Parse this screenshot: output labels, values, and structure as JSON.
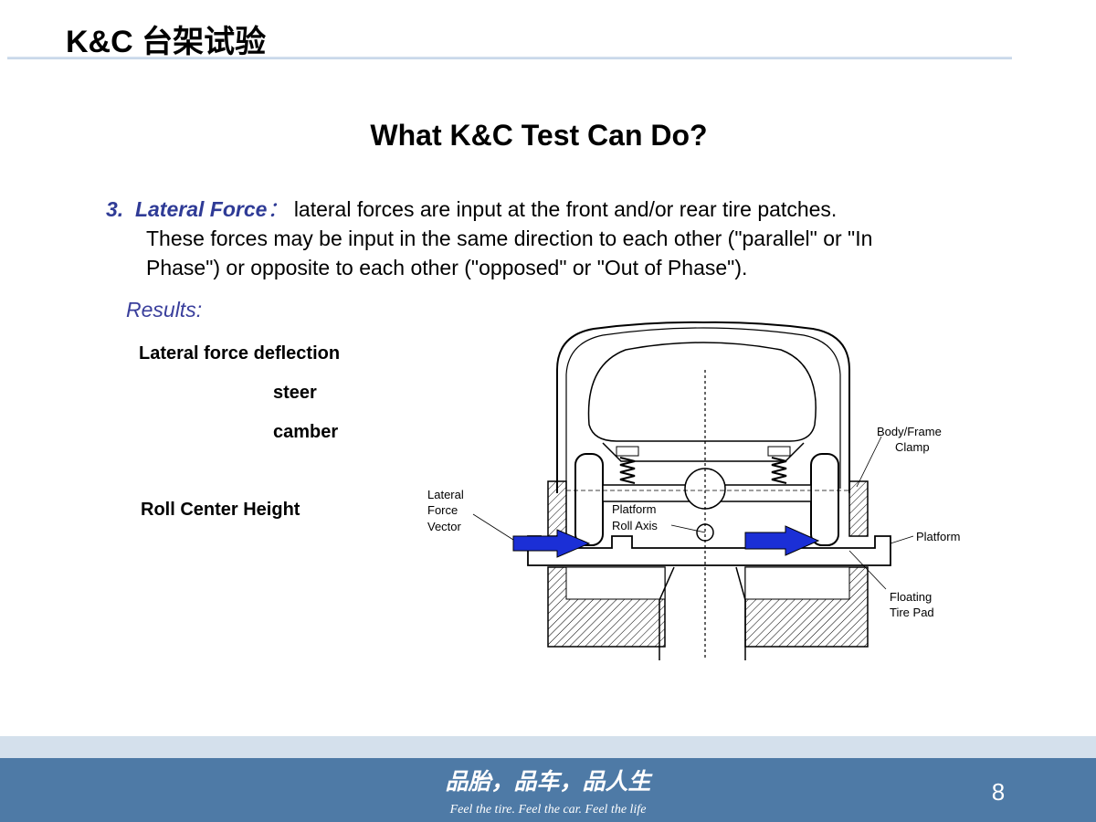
{
  "header": {
    "title": "K&C 台架试验"
  },
  "heading": "What K&C Test Can Do?",
  "paragraph": {
    "number": "3.",
    "term": "Lateral Force",
    "colon": "：",
    "text": "lateral forces are input at the front and/or rear tire patches.",
    "line2": "These forces may be input in the same direction to each other (\"parallel\" or \"In",
    "line3": "Phase\") or opposite to each other (\"opposed\" or \"Out of Phase\")."
  },
  "results": {
    "label": "Results:",
    "items": [
      "Lateral force deflection",
      "steer",
      "camber",
      "Roll Center Height"
    ]
  },
  "diagram": {
    "labels": {
      "lateral_force_vector": [
        "Lateral",
        "Force",
        "Vector"
      ],
      "platform_roll_axis": [
        "Platform",
        "Roll Axis"
      ],
      "body_frame_clamp": [
        "Body/Frame",
        "Clamp"
      ],
      "platform": "Platform",
      "floating_tire_pad": [
        "Floating",
        "Tire Pad"
      ]
    },
    "colors": {
      "arrow": "#1b2fd6",
      "line": "#000000"
    }
  },
  "footer": {
    "slogan_cn": "品胎，品车，品人生",
    "slogan_en": "Feel the tire. Feel the car. Feel the life",
    "page_number": "8"
  }
}
